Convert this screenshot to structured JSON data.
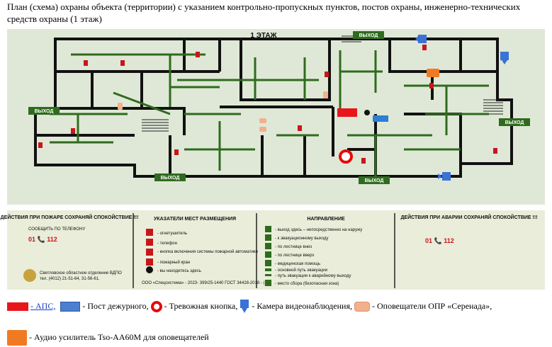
{
  "title": "План (схема) охраны объекта (территории) с указанием контрольно-пропускных пунктов, постов охраны, инженерно-технических средств охраны (1 этаж)",
  "plan": {
    "floor_label": "1 ЭТАЖ",
    "exit_label": "ВЫХОД"
  },
  "panel": {
    "fire_head": "ДЕЙСТВИЯ ПРИ ПОЖАРЕ СОХРАНЯЙ СПОКОЙСТВИЕ !!!",
    "call_label": "СООБЩИТЬ ПО ТЕЛЕФОНУ",
    "phone_fire": "01 📞 112",
    "placement_head": "УКАЗАТЕЛИ МЕСТ РАЗМЕЩЕНИЯ",
    "placement_items": [
      "- огнетушитель",
      "- телефон",
      "- кнопка включения системы пожарной автоматики",
      "- пожарный кран",
      "- вы находитесь здесь"
    ],
    "direction_head": "НАПРАВЛЕНИЕ",
    "direction_items": [
      "- выход здесь – непосредственно на наружу",
      "- к эвакуационному выходу",
      "- по лестнице вниз",
      "- по лестнице вверх",
      "- медицинская помощь",
      "- основной путь эвакуации",
      "- путь эвакуации к аварийному выходу",
      "- место сбора (безопасная зона)"
    ],
    "accident_head": "ДЕЙСТВИЯ ПРИ АВАРИИ СОХРАНЯЙ СПОКОЙСТВИЕ !!!",
    "phone_accident": "01 📞 112",
    "company": "ООО «Спецсистема» - 2023- 399/25-1440 ГОСТ 34428-2018 - (I)",
    "org": "Светловское областное отделение ВДПО",
    "org_phone": "тел. (4012) 21-51-64, 31-56-61."
  },
  "legend": {
    "aps": "- АПС,",
    "post": "- Пост дежурного,",
    "alarm": "- Тревожная кнопка,",
    "camera": "- Камера видеонаблюдения,",
    "speaker": "- Оповещатели ОПР «Серенада»,",
    "amp": "- Аудио усилитель Tso-AA60M для оповещателей"
  },
  "colors": {
    "aps": "#e8161a",
    "post": "#4d7fd0",
    "alarm": "#e50b0b",
    "camera": "#3a72d6",
    "speaker": "#f3b08c",
    "amp": "#f07a22",
    "walls": "#111111",
    "route": "#2f6b1e"
  }
}
